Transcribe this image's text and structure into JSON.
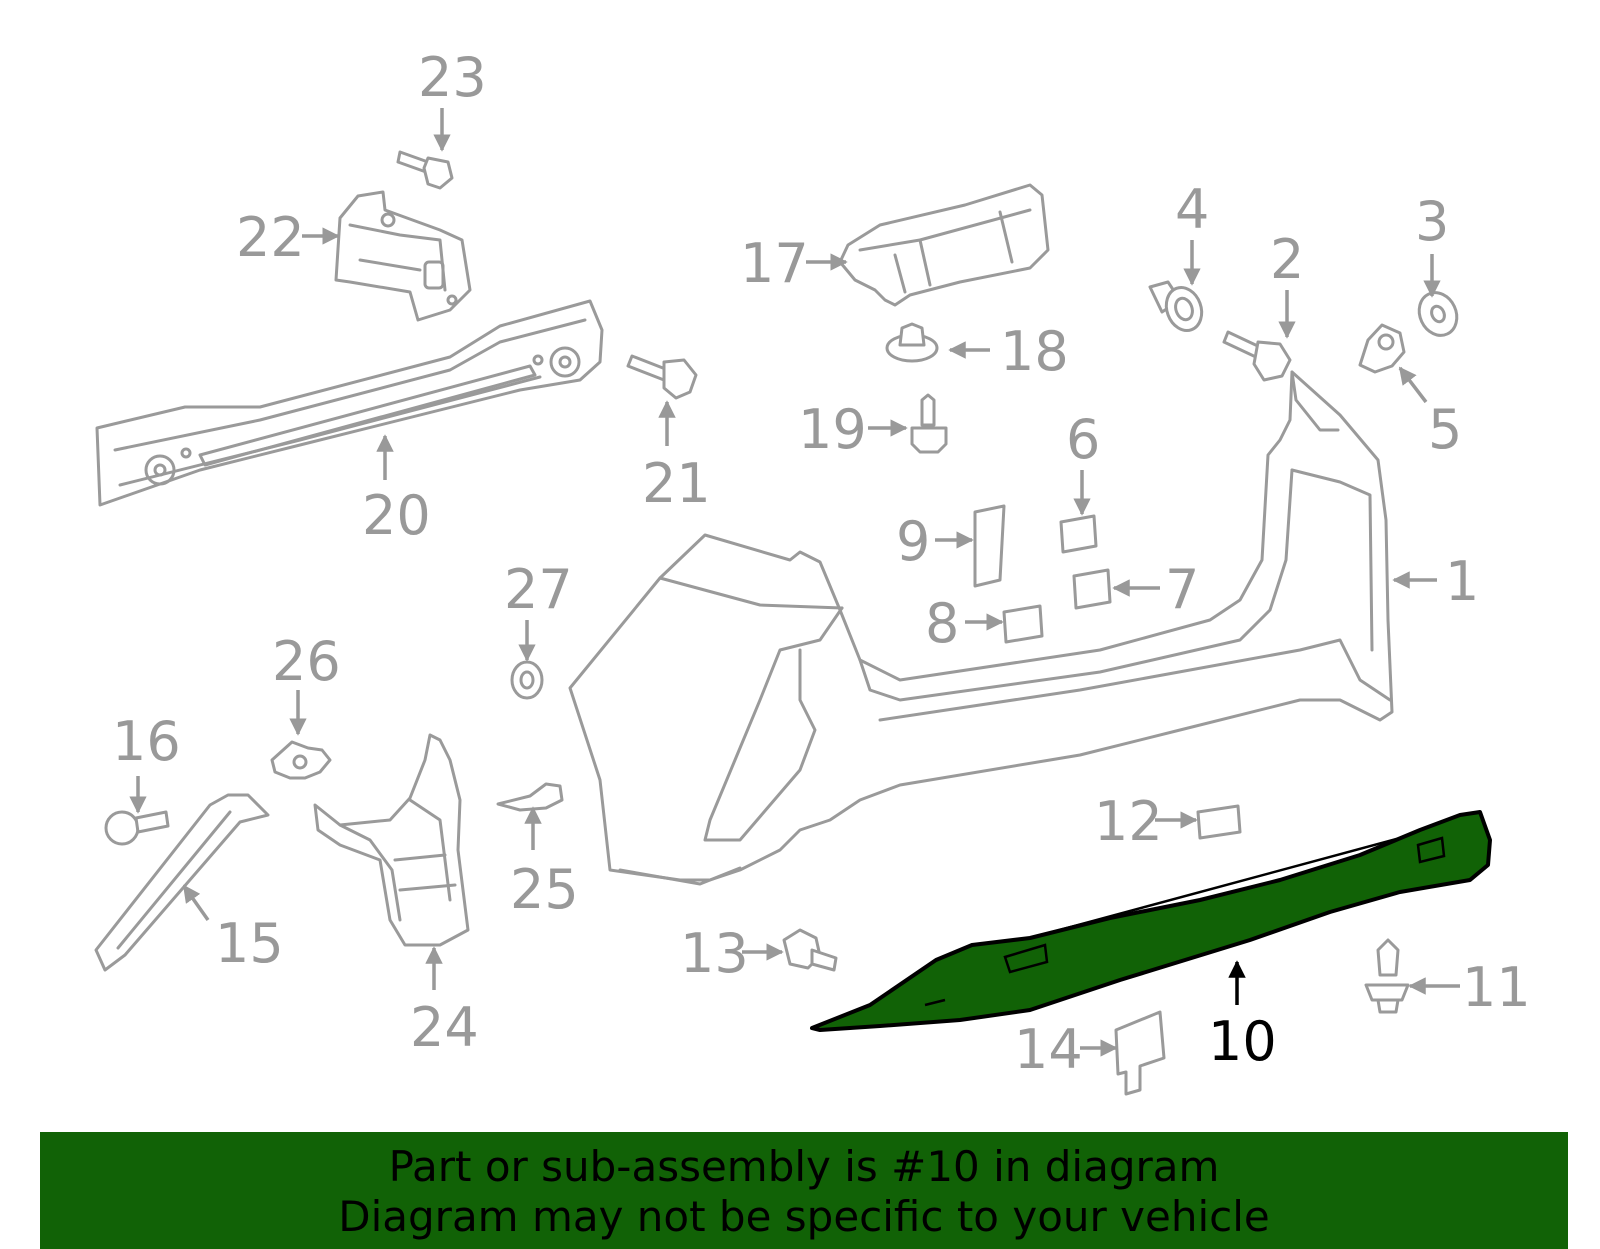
{
  "callouts": {
    "c1": "1",
    "c2": "2",
    "c3": "3",
    "c4": "4",
    "c5": "5",
    "c6": "6",
    "c7": "7",
    "c8": "8",
    "c9": "9",
    "c10": "10",
    "c11": "11",
    "c12": "12",
    "c13": "13",
    "c14": "14",
    "c15": "15",
    "c16": "16",
    "c17": "17",
    "c18": "18",
    "c19": "19",
    "c20": "20",
    "c21": "21",
    "c22": "22",
    "c23": "23",
    "c24": "24",
    "c25": "25",
    "c26": "26",
    "c27": "27"
  },
  "highlighted_part": "10",
  "colors": {
    "highlight": "#116206",
    "part_stroke": "#9a9a9a",
    "callout_text": "#999999",
    "banner": "#116206"
  },
  "banner": {
    "line1": "Part or sub-assembly is #10 in diagram",
    "line2": "Diagram may not be specific to your vehicle"
  }
}
